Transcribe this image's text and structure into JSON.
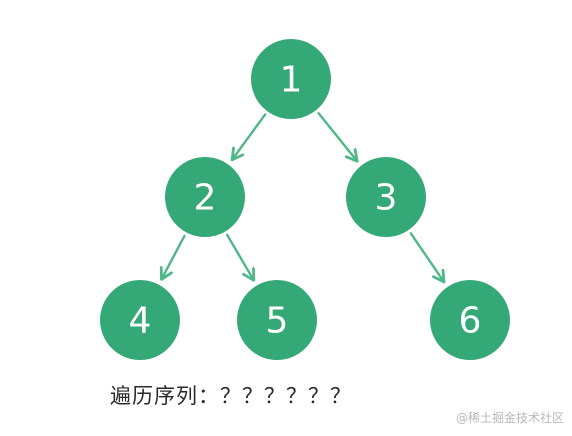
{
  "nodes": [
    {
      "id": "1",
      "label": "1"
    },
    {
      "id": "2",
      "label": "2"
    },
    {
      "id": "3",
      "label": "3"
    },
    {
      "id": "4",
      "label": "4"
    },
    {
      "id": "5",
      "label": "5"
    },
    {
      "id": "6",
      "label": "6"
    }
  ],
  "edges": [
    {
      "from": "1",
      "to": "2"
    },
    {
      "from": "1",
      "to": "3"
    },
    {
      "from": "2",
      "to": "4"
    },
    {
      "from": "2",
      "to": "5"
    },
    {
      "from": "3",
      "to": "6"
    }
  ],
  "caption": "遍历序列：？？？？？？",
  "watermark": "@稀土掘金技术社区",
  "colors": {
    "node_fill": "#35a877",
    "node_label": "#ffffff",
    "arrow": "#4fb886",
    "caption_text": "#2a2a2a",
    "watermark_text": "#b9b9b9"
  }
}
